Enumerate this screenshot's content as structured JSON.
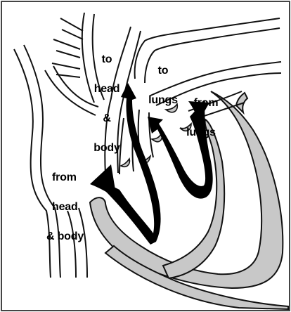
{
  "diagram": {
    "labels": {
      "head_body_out": [
        "to",
        "head",
        "&",
        "body"
      ],
      "lungs_out": [
        "to",
        "lungs"
      ],
      "lungs_in": [
        "from",
        "lungs"
      ],
      "head_body_in": [
        "from",
        "head",
        "& body"
      ]
    },
    "colors": {
      "vessel_fill": "#c8c8c8",
      "outline": "#111111",
      "arrow": "#000000",
      "background": "#ffffff"
    }
  }
}
